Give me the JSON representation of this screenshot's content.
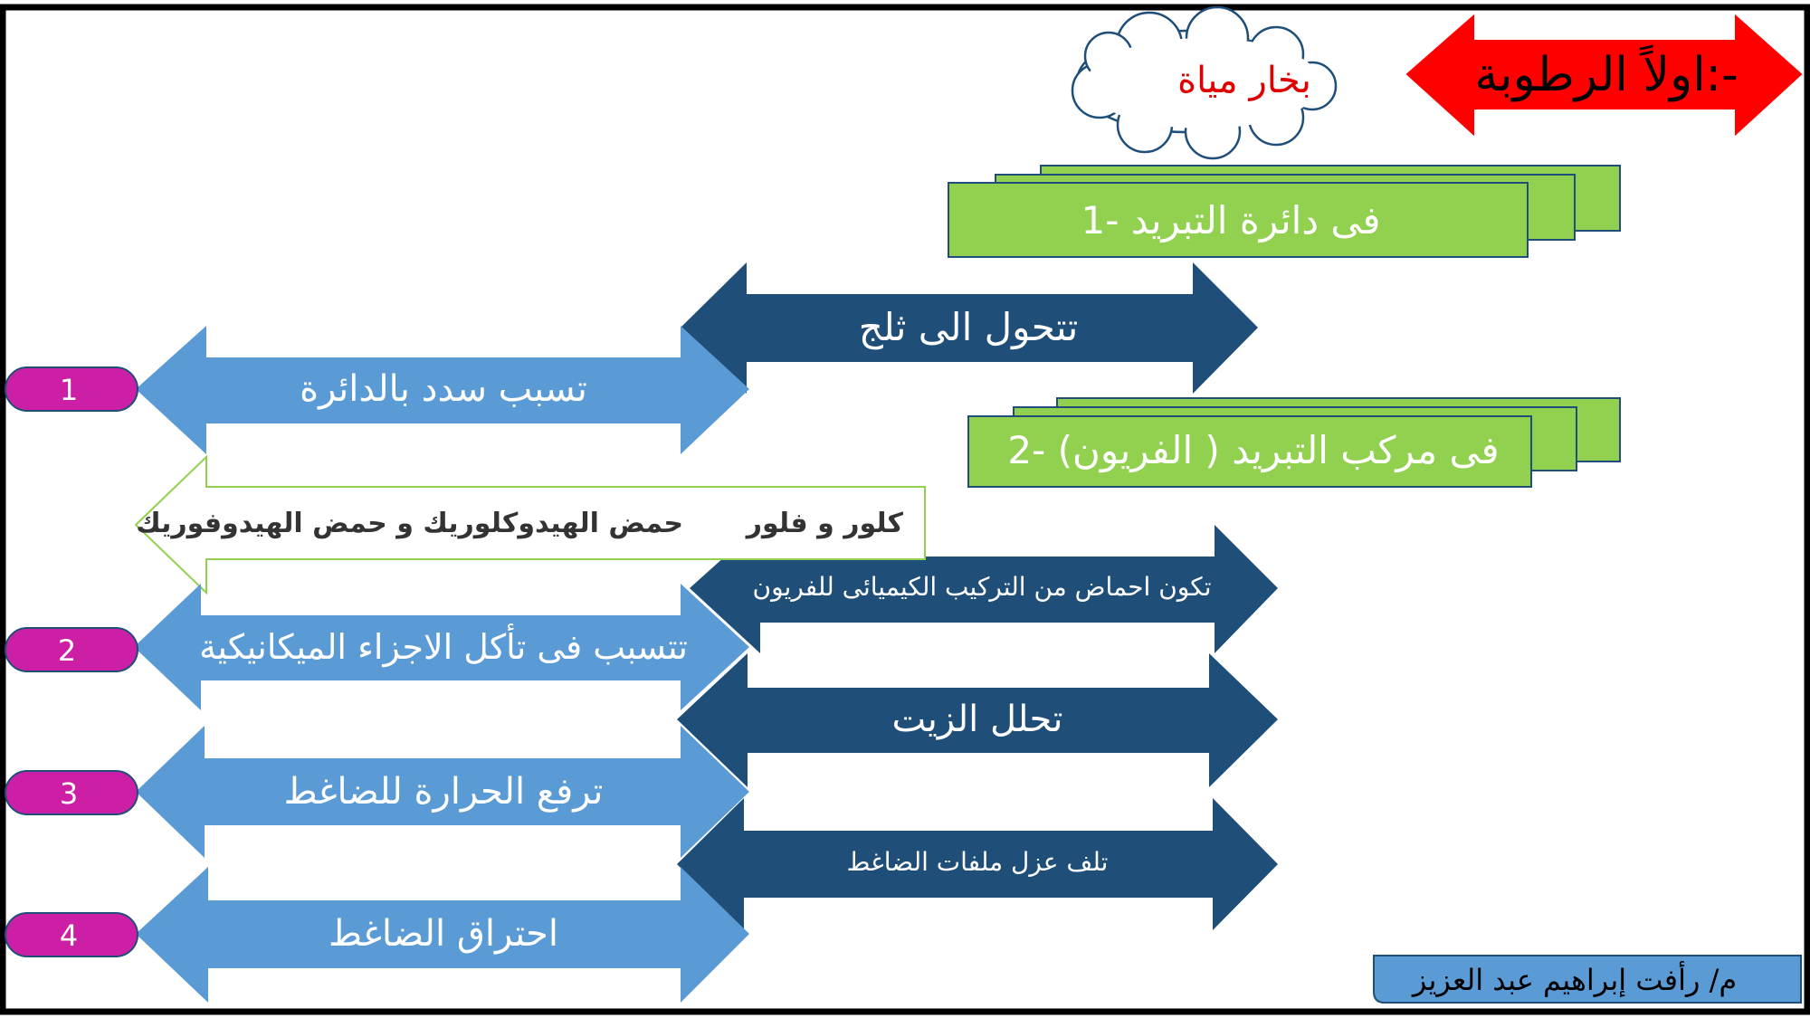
{
  "title": "اولاً الرطوبة:-",
  "cloud_label": "بخار مياة",
  "colors": {
    "title_arrow": "#ff0000",
    "cloud_text": "#e00000",
    "green_box": "#92d050",
    "dark_arrow": "#1f4e79",
    "light_arrow": "#5b9bd5",
    "pill": "#cc1fa6",
    "credit_box": "#5b9bd5"
  },
  "locations": [
    {
      "label": "1- فى دائرة التبريد"
    },
    {
      "label": "2- فى مركب التبريد ( الفريون)"
    }
  ],
  "freeze_label": "تتحول الى ثلج",
  "acids_label": "تكون احماض من التركيب الكيميائى للفريون",
  "acids_callout": {
    "elements": "كلور و فلور",
    "acids": "حمض الهيدوكلوريك و حمض الهيدوفوريك"
  },
  "oil_label": "تحلل الزيت",
  "insulation_label": "تلف عزل ملفات الضاغط",
  "effects": [
    {
      "number": "1",
      "label": "تسبب سدد بالدائرة"
    },
    {
      "number": "2",
      "label": "تتسبب فى تأكل الاجزاء الميكانيكية"
    },
    {
      "number": "3",
      "label": "ترفع الحرارة للضاغط"
    },
    {
      "number": "4",
      "label": "احتراق الضاغط"
    }
  ],
  "credit": "م/ رأفت إبراهيم عبد العزيز"
}
